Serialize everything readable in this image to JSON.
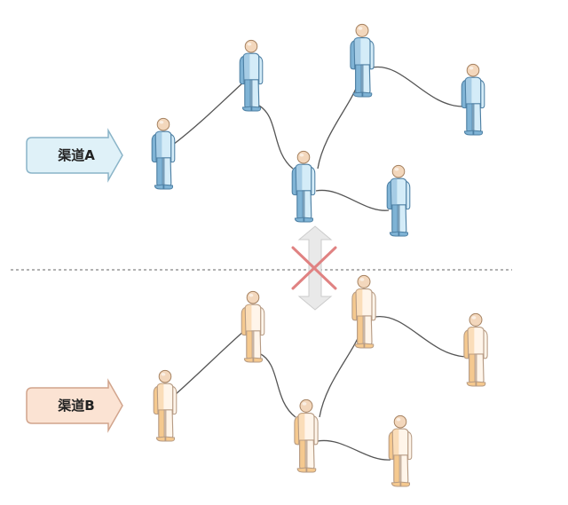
{
  "channels": [
    {
      "id": "a",
      "label": "渠道A",
      "color_fill": "#dff1f8",
      "color_stroke": "#8ab4c8",
      "person_colors": {
        "head": "#f3d7bc",
        "body_light": "#d4ecf8",
        "body_dark": "#7fb3d5",
        "outline": "#4d7fa3"
      }
    },
    {
      "id": "b",
      "label": "渠道B",
      "color_fill": "#fbe3d3",
      "color_stroke": "#d1a48c",
      "person_colors": {
        "head": "#f3d7bc",
        "body_light": "#fff5ea",
        "body_dark": "#f5c98f",
        "outline": "#b69b84"
      }
    }
  ],
  "separator": {
    "style": "dashed",
    "color": "#666666",
    "blocked_arrow": {
      "icon": "double-arrow-icon",
      "cross_icon": "cross-icon",
      "cross_color": "#e08282",
      "arrow_color": "#e6e6e6"
    }
  }
}
